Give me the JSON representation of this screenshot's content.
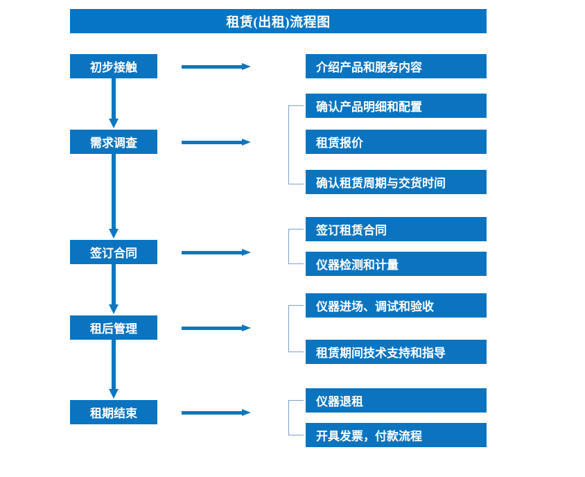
{
  "title": "租赁(出租)流程图",
  "colors": {
    "header_blue": "#0575C4",
    "box_blue": "#0A74C0",
    "arrow_blue": "#0E76BE",
    "bracket_blue": "#7E9FC4",
    "text_white": "#FFFFFF",
    "background": "#FFFFFF"
  },
  "stages": [
    {
      "label": "初步接触"
    },
    {
      "label": "需求调查"
    },
    {
      "label": "签订合同"
    },
    {
      "label": "租后管理"
    },
    {
      "label": "租期结束"
    }
  ],
  "details": [
    {
      "label": "介绍产品和服务内容"
    },
    {
      "label": "确认产品明细和配置"
    },
    {
      "label": "租赁报价"
    },
    {
      "label": "确认租赁周期与交货时间"
    },
    {
      "label": "签订租赁合同"
    },
    {
      "label": "仪器检测和计量"
    },
    {
      "label": "仪器进场、调试和验收"
    },
    {
      "label": "租赁期间技术支持和指导"
    },
    {
      "label": "仪器退租"
    },
    {
      "label": "开具发票，付款流程"
    }
  ],
  "icons": {
    "right_arrow": "right-arrow-icon",
    "down_arrow": "down-arrow-icon",
    "bracket": "group-bracket-icon"
  }
}
